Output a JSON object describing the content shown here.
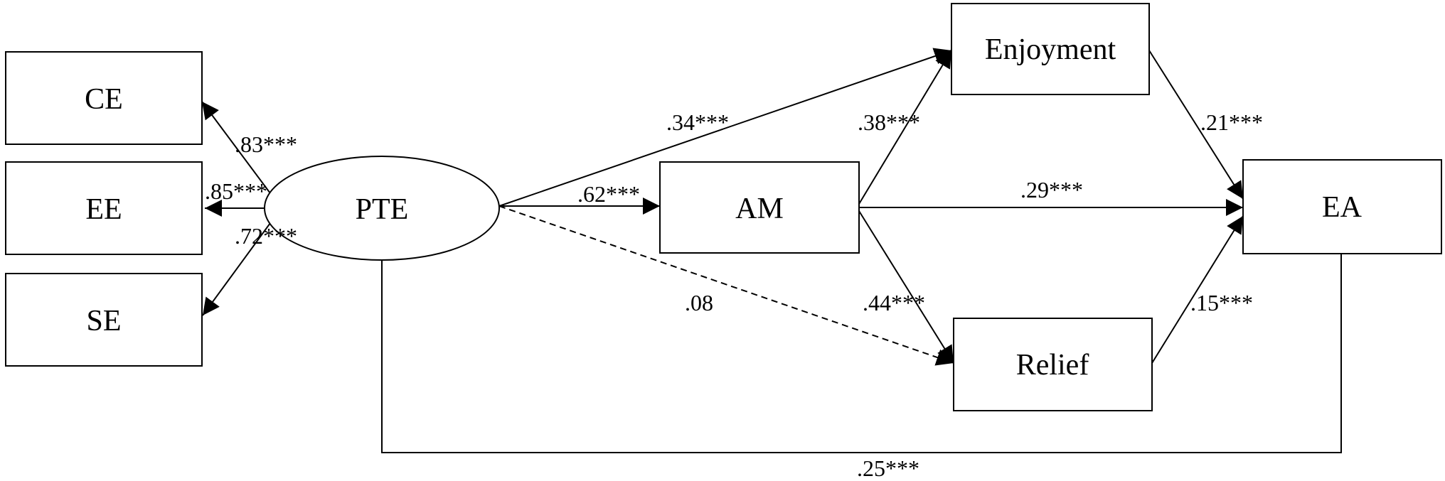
{
  "nodes": {
    "ce": "CE",
    "ee": "EE",
    "se": "SE",
    "pte": "PTE",
    "am": "AM",
    "enjoyment": "Enjoyment",
    "relief": "Relief",
    "ea": "EA"
  },
  "paths": {
    "pte_ce": ".83***",
    "pte_ee": ".85***",
    "pte_se": ".72***",
    "pte_am": ".62***",
    "pte_enjoyment": ".34***",
    "pte_relief": ".08",
    "pte_ea": ".25***",
    "am_enjoyment": ".38***",
    "am_ea": ".29***",
    "am_relief": ".44***",
    "enjoyment_ea": ".21***",
    "relief_ea": ".15***"
  }
}
